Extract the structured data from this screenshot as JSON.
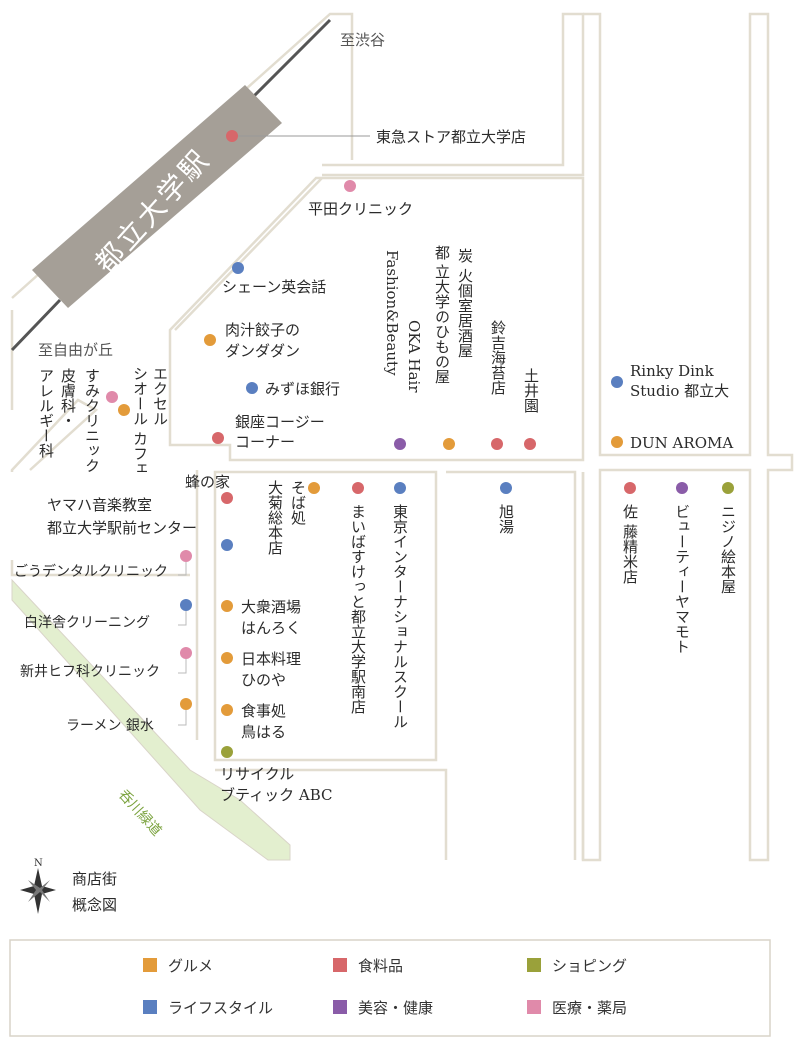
{
  "colors": {
    "gourmet": "#e39b3a",
    "food": "#d7676a",
    "shopping": "#9aa13a",
    "lifestyle": "#5a7fc0",
    "beauty": "#8a5ca8",
    "medical": "#e08aaa",
    "road": "#e2ddd0",
    "station": "#a59f97",
    "greenway": "#e3efcf"
  },
  "station": {
    "name": "都立大学駅"
  },
  "directions": {
    "shibuya": "至渋谷",
    "jiyugaoka": "至自由が丘"
  },
  "greenway": {
    "name": "呑川緑道"
  },
  "compass": {
    "letter": "N",
    "label_1": "商店街",
    "label_2": "概念図"
  },
  "shops": {
    "tokyu_store": "東急ストア都立大学店",
    "hirata_clinic": "平田クリニック",
    "shane_eikaiwa": "シェーン英会話",
    "nikujiru_1": "肉汁餃子の",
    "nikujiru_2": "ダンダダン",
    "mizuho": "みずほ銀行",
    "ginza_cozy_1": "銀座コージー",
    "ginza_cozy_2": "コーナー",
    "sumi_clinic_1": "すみクリニック",
    "sumi_clinic_2": "皮膚科・",
    "sumi_clinic_3": "アレルギー科",
    "excel_1": "エクセル",
    "excel_2": "シオール カフェ",
    "oka_hair_1": "OKA Hair",
    "oka_hair_2": "Fashion&Beauty",
    "himonoya_1": "都",
    "himonoya_2": "立大学のひもの屋",
    "sumibi_1": "炭",
    "sumibi_2": "火個室居酒屋",
    "suzukichi": "鈴吉海苔店",
    "doien": "土井園",
    "rinky_1": "Rinky Dink",
    "rinky_2": "Studio 都立大",
    "dun_aroma": "DUN AROMA",
    "hachinoya": "蜂の家",
    "soba": "そば処",
    "okiku": "大菊総本店",
    "maibasu": "まいばすけっと都立大学駅南店",
    "tokyo_intl": "東京インターナショナルスクール",
    "asahiyu": "旭湯",
    "sato_1": "佐",
    "sato_2": "藤精米店",
    "beauty_yamamoto": "ビューティーヤマモト",
    "nijino": "ニジノ絵本屋",
    "yamaha_1": "ヤマハ音楽教室",
    "yamaha_2": "都立大学駅前センター",
    "go_dental": "ごうデンタルクリニック",
    "hakuyosha": "白洋舎クリーニング",
    "arai": "新井ヒフ科クリニック",
    "ramen": "ラーメン 銀水",
    "taishu_1": "大衆酒場",
    "taishu_2": "はんろく",
    "nihon_1": "日本料理",
    "nihon_2": "ひのや",
    "shokuji_1": "食事処",
    "shokuji_2": "鳥はる",
    "recycle_1": "リサイクル",
    "recycle_2": "ブティック ABC"
  },
  "legend": {
    "gourmet": "グルメ",
    "food": "食料品",
    "shopping": "ショピング",
    "lifestyle": "ライフスタイル",
    "beauty": "美容・健康",
    "medical": "医療・薬局"
  }
}
